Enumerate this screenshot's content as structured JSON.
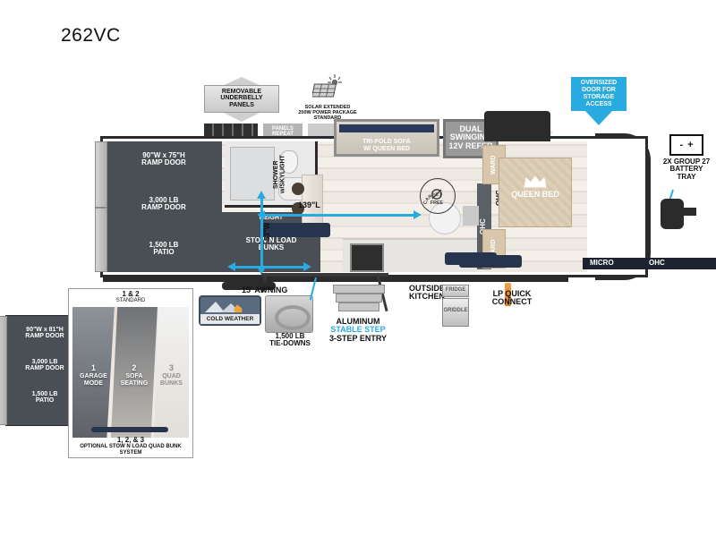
{
  "title": "262VC",
  "callouts": {
    "underbelly": "REMOVABLE\nUNDERBELLY\nPANELS",
    "underbelly_l1": "REMOVABLE",
    "underbelly_l2": "UNDERBELLY",
    "underbelly_l3": "PANELS",
    "solar_l1": "SOLAR EXTENDED",
    "solar_l2": "200W POWER PACKAGE",
    "solar_l3": "STANDARD",
    "panels_repeat_l1": "PANELS",
    "panels_repeat_l2": "REPEAT",
    "oversized_l1": "OVERSIZED",
    "oversized_l2": "DOOR FOR",
    "oversized_l3": "STORAGE",
    "oversized_l4": "ACCESS",
    "battery_l1": "2X GROUP 27",
    "battery_l2": "BATTERY",
    "battery_l3": "TRAY",
    "battery_minus": "-",
    "battery_plus": "+"
  },
  "floorplan": {
    "ramp_door_size_l1": "90\"W x 75\"H",
    "ramp_door_size_l2": "RAMP DOOR",
    "ramp_weight_l1": "3,000 LB",
    "ramp_weight_l2": "RAMP DOOR",
    "patio_l1": "1,500 LB",
    "patio_l2": "PATIO",
    "garage_height_l1": "84\"",
    "garage_height_l2": "GARAGE",
    "garage_height_l3": "HEIGHT",
    "stow_bunks_l1": "STOW N LOAD",
    "stow_bunks_l2": "BUNKS",
    "shower": "SHOWER w/SKYLIGHT",
    "width_dim": "53\"W",
    "length_dim": "139\"L",
    "sofa_l1": "TRI-FOLD SOFA",
    "sofa_l2": "W/ QUEEN BED",
    "refer_l1": "DUAL",
    "refer_l2": "SWINGING",
    "refer_l3": "12V REFER",
    "micro": "MICRO",
    "ohc": "OHC",
    "ohc_bed": "OHC",
    "ward_front": "WARD",
    "ward_rear": "WARD",
    "queen_bed": "QUEEN BED",
    "carpet_free_l1": "CARPET",
    "carpet_free_l2": "FREE"
  },
  "features": {
    "cold_weather": "COLD WEATHER",
    "awning": "15' AWNING",
    "tiedowns_l1": "1,500 LB",
    "tiedowns_l2": "TIE-DOWNS",
    "step_l1": "ALUMINUM",
    "step_l2": "STABLE STEP",
    "step_l3": "3-STEP ENTRY",
    "outside_kitchen_l1": "OUTSIDE",
    "outside_kitchen_l2": "KITCHEN",
    "fridge": "FRIDGE",
    "griddle": "GRIDDLE",
    "lp_l1": "LP QUICK",
    "lp_l2": "CONNECT"
  },
  "inset": {
    "top_l1": "1 & 2",
    "top_l2": "STANDARD",
    "bottom_l1": "1, 2, & 3",
    "bottom_l2": "OPTIONAL STOW N LOAD QUAD BUNK SYSTEM",
    "modes": [
      {
        "num": "1",
        "l1": "GARAGE",
        "l2": "MODE"
      },
      {
        "num": "2",
        "l1": "SOFA",
        "l2": "SEATING"
      },
      {
        "num": "3",
        "l1": "QUAD",
        "l2": "BUNKS"
      }
    ],
    "ramp_door_size_l1": "90\"W x 81\"H",
    "ramp_door_size_l2": "RAMP DOOR",
    "ramp_weight_l1": "3,000 LB",
    "ramp_weight_l2": "RAMP DOOR",
    "patio_l1": "1,500 LB",
    "patio_l2": "PATIO"
  },
  "colors": {
    "accent_cyan": "#29ABE2",
    "outline": "#2b2b2b",
    "garage": "#4a4f55"
  }
}
